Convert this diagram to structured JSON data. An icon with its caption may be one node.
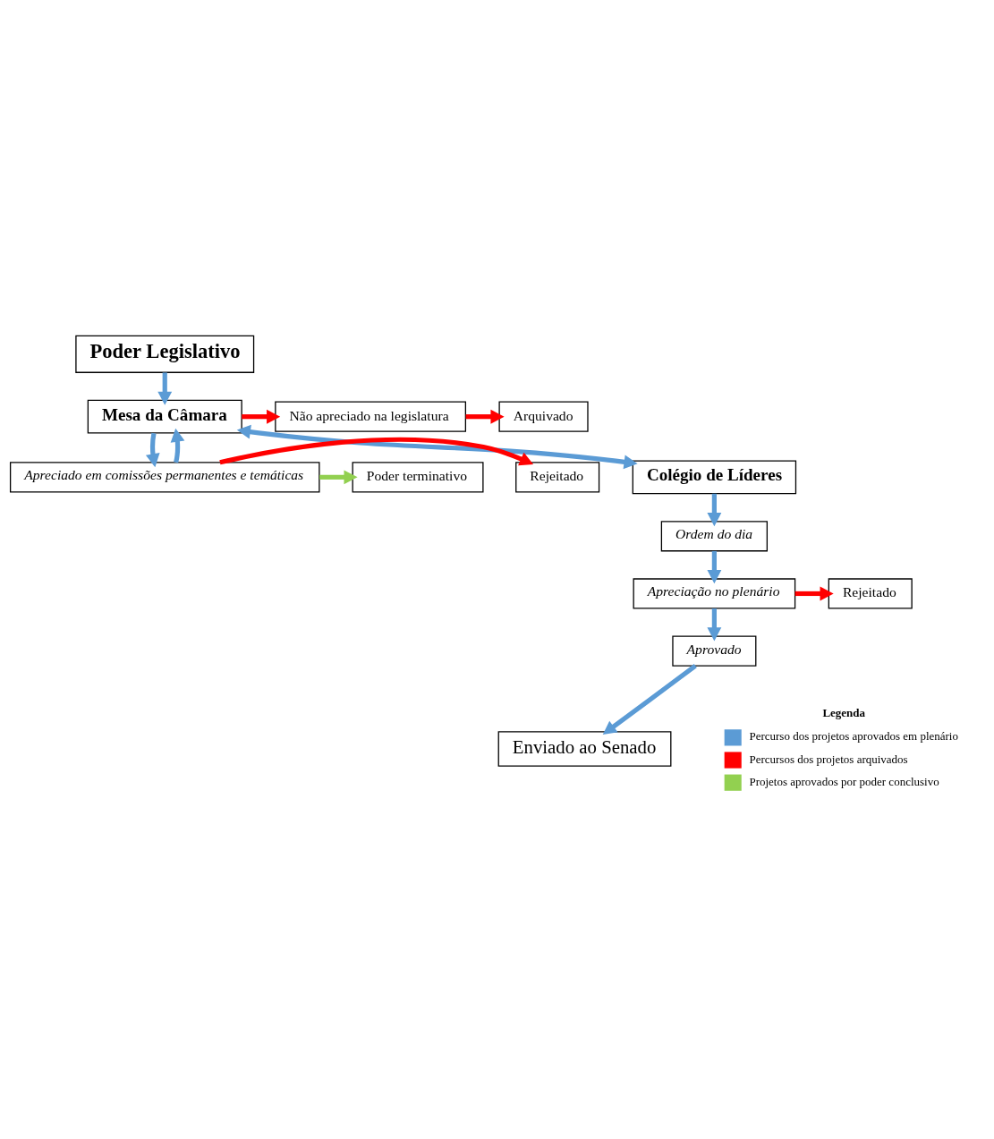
{
  "diagram": {
    "nodes": [
      {
        "text": [
          "Poder Legislativo"
        ]
      },
      {
        "text": [
          "Mesa da Câmara"
        ]
      },
      {
        "text": [
          "Não apreciado na legislatura"
        ]
      },
      {
        "text": [
          "Arquivado"
        ]
      },
      {
        "text": [
          "Apreciado em comissões permanentes e temáticas"
        ]
      },
      {
        "text": [
          "Rejeitado"
        ]
      },
      {
        "text": [
          "Poder terminativo"
        ]
      },
      {
        "text": [
          "Colégio de Líderes"
        ]
      },
      {
        "text": [
          "Ordem do dia"
        ]
      },
      {
        "text": [
          "Apreciação no plenário"
        ]
      },
      {
        "text": [
          "Rejeitado"
        ]
      },
      {
        "text": [
          "Aprovado"
        ]
      },
      {
        "text": [
          "Enviado ao Senado"
        ]
      }
    ],
    "edges": [
      {
        "from": 0,
        "to": 1,
        "arrow": "to"
      },
      {
        "from": 1,
        "to": 2,
        "arrow": "to",
        "color": "#ff0000"
      },
      {
        "from": 2,
        "to": 3,
        "arrow": "to",
        "color": "#ff0000"
      },
      {
        "from": 1,
        "to": 4,
        "arrow": "to"
      },
      {
        "from": 4,
        "to": 1,
        "arrow": "to"
      },
      {
        "from": 1,
        "to": 7,
        "arrow": "both"
      },
      {
        "from": 4,
        "to": 5,
        "arrow": "to",
        "color": "#ff0000"
      },
      {
        "from": 4,
        "to": 6,
        "arrow": "to",
        "color": "#92d050"
      },
      {
        "from": 7,
        "to": 8,
        "arrow": "to"
      },
      {
        "from": 8,
        "to": 9,
        "arrow": "to"
      },
      {
        "from": 9,
        "to": 10,
        "arrow": "to",
        "color": "#ff0000"
      },
      {
        "from": 9,
        "to": 11,
        "arrow": "to"
      },
      {
        "from": 11,
        "to": 12,
        "arrow": "to"
      }
    ],
    "labels": [
      "Legenda"
    ],
    "legend": [
      {
        "text": "Percurso dos projetos aprovados em plenário",
        "color": "#5b9bd5"
      },
      {
        "text": "Percursos dos projetos arquivados",
        "color": "#ff0000"
      },
      {
        "text": "Projetos aprovados por poder conclusivo",
        "color": "#92d050"
      }
    ]
  }
}
